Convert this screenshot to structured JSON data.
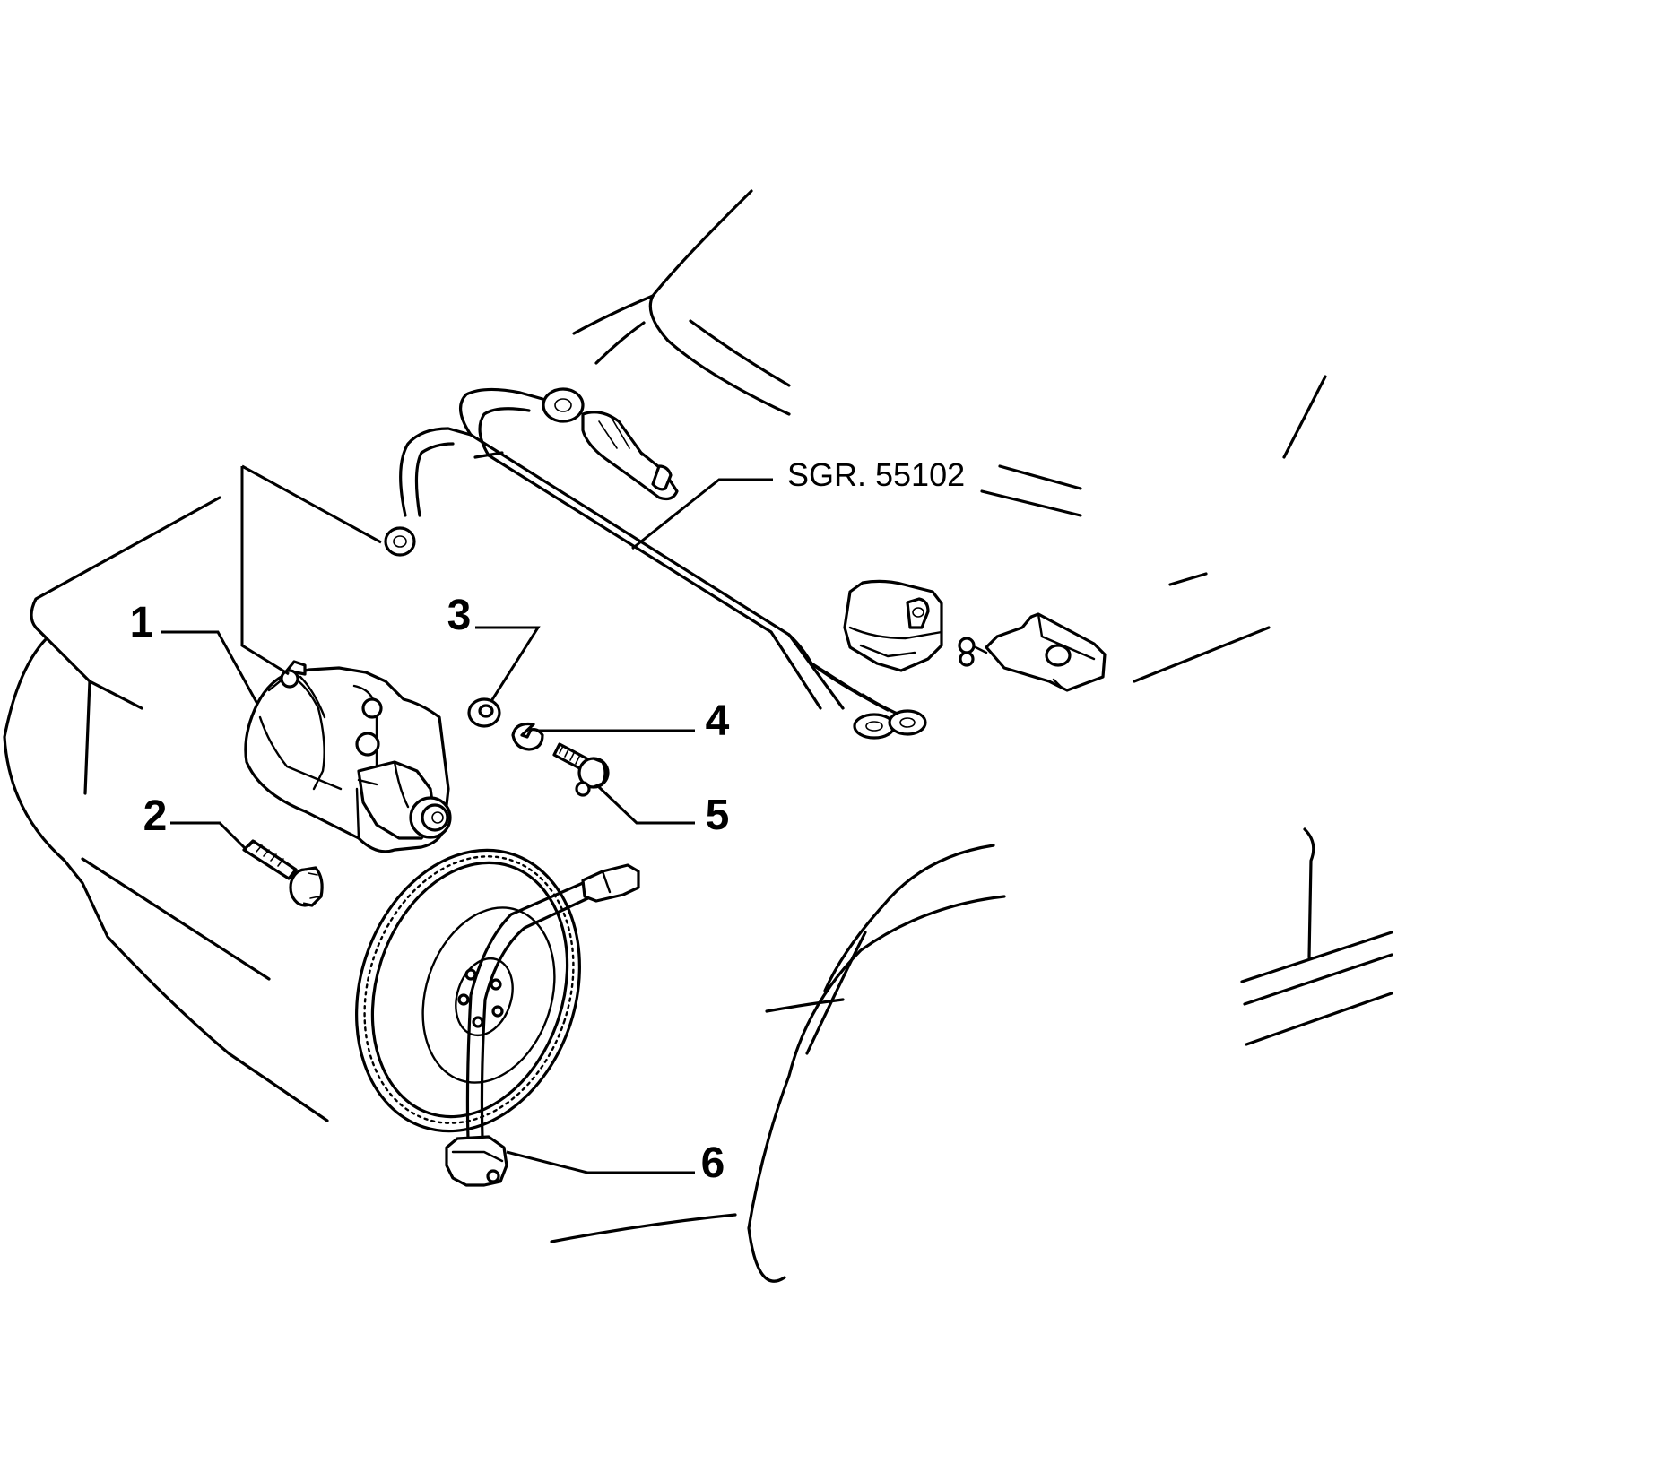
{
  "callouts": [
    {
      "id": "1",
      "label": "1"
    },
    {
      "id": "2",
      "label": "2"
    },
    {
      "id": "3",
      "label": "3"
    },
    {
      "id": "4",
      "label": "4"
    },
    {
      "id": "5",
      "label": "5"
    },
    {
      "id": "6",
      "label": "6"
    }
  ],
  "reference": {
    "label": "SGR. 55102"
  }
}
